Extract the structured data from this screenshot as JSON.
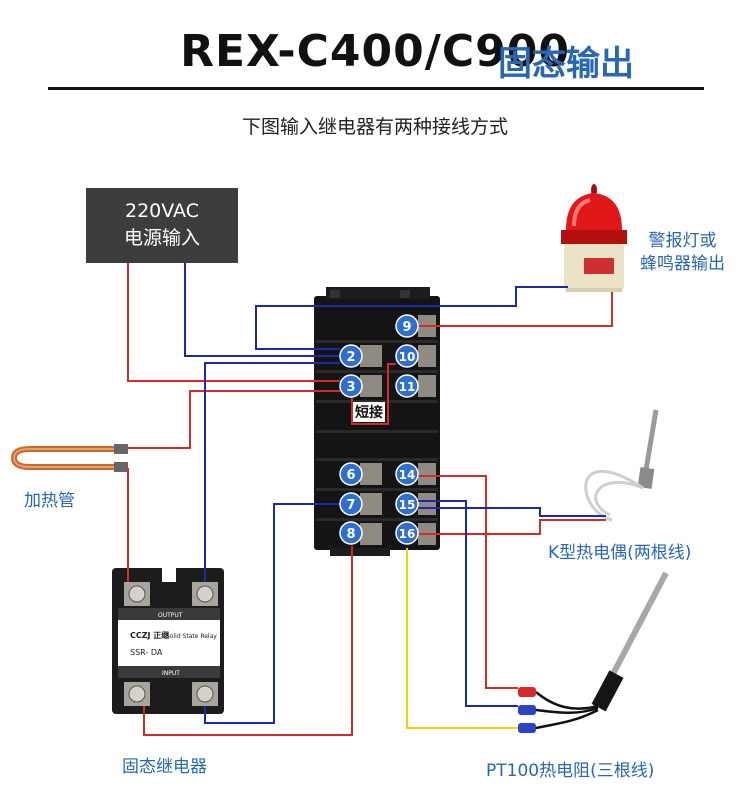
{
  "header": {
    "model": "REX-C400/C900",
    "accent": "固态输出"
  },
  "subtitle": "下图输入继电器有两种接线方式",
  "power": {
    "line1": "220VAC",
    "line2": "电源输入"
  },
  "alarm_label": {
    "line1": "警报灯或",
    "line2": "蜂鸣器输出"
  },
  "heater_label": "加热管",
  "thermocouple_label": "K型热电偶(两根线)",
  "rtd_label": "PT100热电阻(三根线)",
  "ssr_label": "固态继电器",
  "short_label": "短接",
  "terminals": [
    "9",
    "2",
    "10",
    "3",
    "11",
    "6",
    "14",
    "7",
    "15",
    "8",
    "16"
  ],
  "ssr_device": {
    "brand": "CCZJ 正继",
    "type": "Solid State Relay",
    "model": "SSR-   DA",
    "output": "OUTPUT",
    "input": "INPUT"
  },
  "colors": {
    "wire_red": "#d42a2a",
    "wire_blue": "#1c2aa8",
    "wire_yellow": "#f2d20a",
    "accent": "#2767b4",
    "terminal_blue": "#2f6fd0"
  }
}
